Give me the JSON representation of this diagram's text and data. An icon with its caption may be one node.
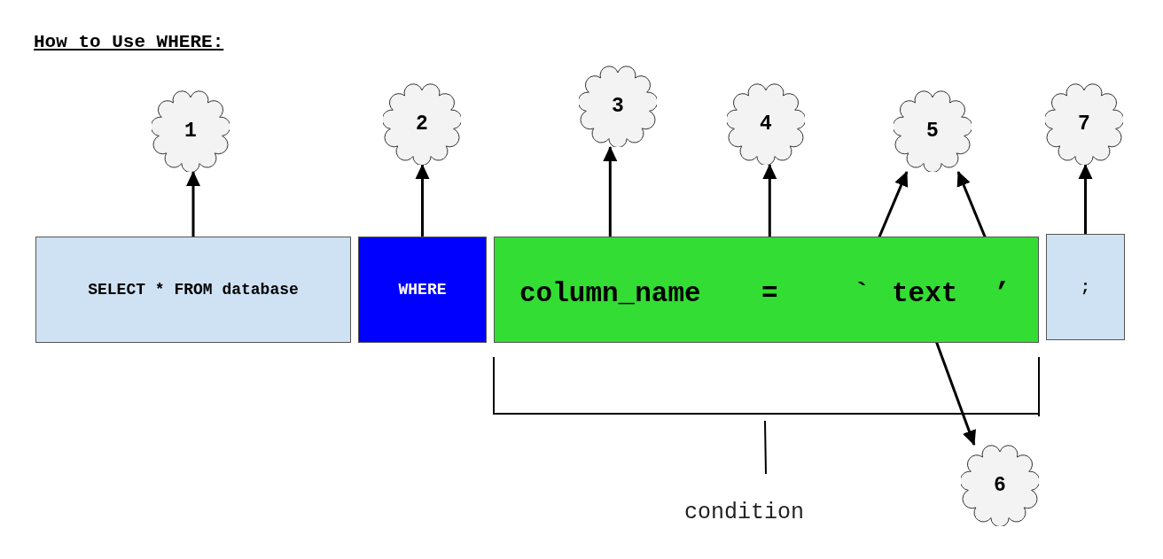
{
  "diagram": {
    "title": "How to Use WHERE:",
    "nodes": [
      {
        "text": [
          "1"
        ]
      },
      {
        "text": [
          "2"
        ]
      },
      {
        "text": [
          "3"
        ]
      },
      {
        "text": [
          "4"
        ]
      },
      {
        "text": [
          "5"
        ]
      },
      {
        "text": [
          "7"
        ]
      },
      {
        "text": [
          "SELECT * FROM database"
        ]
      },
      {
        "text": [
          "WHERE"
        ]
      },
      {
        "text": [],
        "shape": "box"
      },
      {
        "text": [
          "column_name"
        ],
        "in": 8
      },
      {
        "text": [
          "="
        ],
        "in": 8
      },
      {
        "text": [
          "`"
        ],
        "in": 8
      },
      {
        "text": [
          "text"
        ],
        "in": 8
      },
      {
        "text": [
          "’"
        ],
        "in": 8
      },
      {
        "text": [
          ";"
        ]
      },
      {
        "text": [
          "6"
        ]
      }
    ],
    "edges": [
      {
        "from": 6,
        "to": 0,
        "arrow": "to"
      },
      {
        "from": 7,
        "to": 1,
        "arrow": "to"
      },
      {
        "from": 9,
        "to": 2,
        "arrow": "to"
      },
      {
        "from": 10,
        "to": 3,
        "arrow": "to"
      },
      {
        "from": 11,
        "to": 4,
        "arrow": "to"
      },
      {
        "from": 13,
        "to": 4,
        "arrow": "to"
      },
      {
        "from": 14,
        "to": 5,
        "arrow": "to"
      },
      {
        "from": 12,
        "to": 15,
        "arrow": "to"
      }
    ],
    "labels": [
      "condition"
    ]
  }
}
